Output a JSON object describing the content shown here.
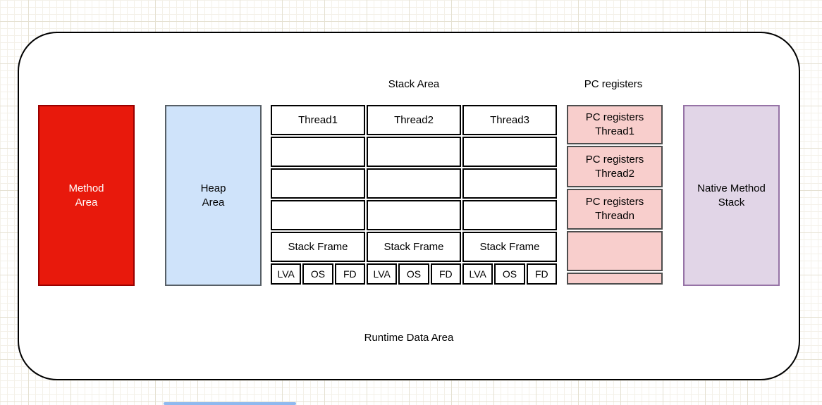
{
  "canvas": {
    "background": "#ffffff",
    "grid_minor_color": "#f4f1e9",
    "grid_major_color": "#e5e1d2",
    "shape_border_color": "#000000"
  },
  "diagram": {
    "container_label": "Runtime Data Area",
    "method_area": {
      "label": "Method\nArea",
      "fill": "#e8190c",
      "border_color": "#990000",
      "text_color": "#ffffff"
    },
    "heap_area": {
      "label": "Heap\nArea",
      "fill": "#cfe3fa",
      "border_color": "#575f66"
    },
    "stack_area": {
      "title": "Stack Area",
      "columns": [
        {
          "header": "Thread1",
          "frame_label": "Stack Frame",
          "cells": [
            "LVA",
            "OS",
            "FD"
          ]
        },
        {
          "header": "Thread2",
          "frame_label": "Stack Frame",
          "cells": [
            "LVA",
            "OS",
            "FD"
          ]
        },
        {
          "header": "Thread3",
          "frame_label": "Stack Frame",
          "cells": [
            "LVA",
            "OS",
            "FD"
          ]
        }
      ]
    },
    "pc_registers": {
      "title": "PC registers",
      "fill": "#f8cecc",
      "border_color": "#4d4d4d",
      "rows": [
        {
          "label": "PC registers\nThread1"
        },
        {
          "label": "PC registers\nThread2"
        },
        {
          "label": "PC registers\nThreadn"
        },
        {
          "label": ""
        },
        {
          "label": ""
        }
      ]
    },
    "native_method_stack": {
      "label": "Native Method\nStack",
      "fill": "#e1d5e7",
      "border_color": "#9673a6"
    }
  },
  "scrollbar": {
    "color": "#8fb9ef"
  }
}
